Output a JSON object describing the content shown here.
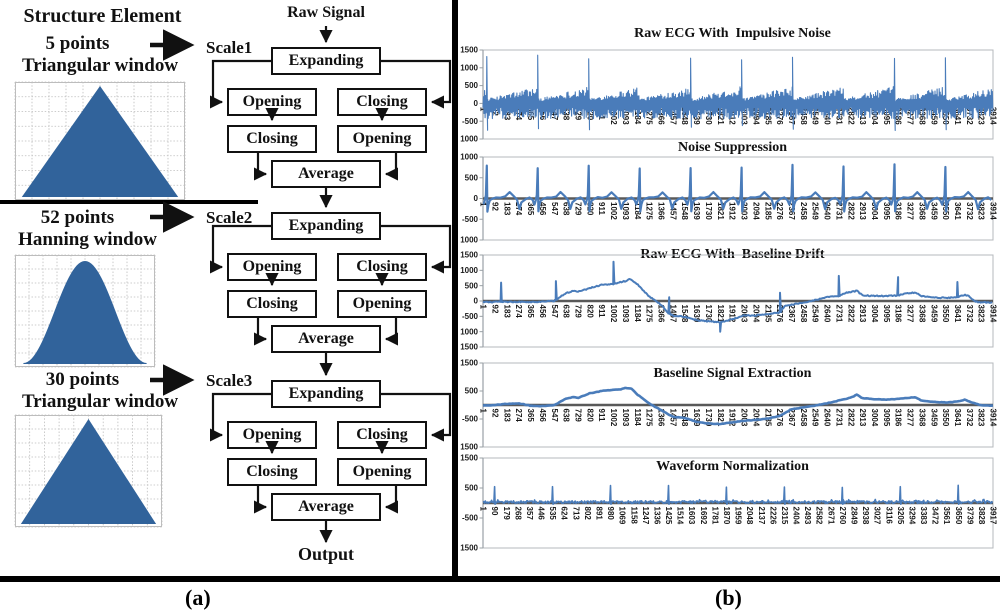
{
  "figure": {
    "panel_a_label": "(a)",
    "panel_b_label": "(b)"
  },
  "colors": {
    "window_fill": "#31639b",
    "signal_line": "#4a7cba",
    "zero_line": "#595959",
    "grid_line": "#bdbdbd",
    "axis_line": "#9aa0a6",
    "border_line": "#b5b8bc",
    "line_black": "#111111"
  },
  "flowchart": {
    "structure_element_title": "Structure Element",
    "raw_signal_label": "Raw Signal",
    "output_label": "Output",
    "box_labels": {
      "expanding": "Expanding",
      "opening": "Opening",
      "closing": "Closing",
      "average": "Average"
    },
    "windows": [
      {
        "points_label": "5 points",
        "window_label": "Triangular window",
        "shape": "triangle",
        "scale_label": "Scale1"
      },
      {
        "points_label": "52 points",
        "window_label": "Hanning window",
        "shape": "hanning",
        "scale_label": "Scale2"
      },
      {
        "points_label": "30 points",
        "window_label": "Triangular window",
        "shape": "triangle",
        "scale_label": "Scale3"
      }
    ]
  },
  "chart_data": [
    {
      "type": "line",
      "title": "Raw ECG With  Impulsive Noise",
      "n_samples": 3914,
      "ylim": [
        -1000,
        1500
      ],
      "y_ticks": [
        {
          "v": 1500,
          "label": "1500"
        },
        {
          "v": 1000,
          "label": "1000"
        },
        {
          "v": 500,
          "label": "500"
        },
        {
          "v": 0,
          "label": "0"
        },
        {
          "v": -500,
          "label": "-500"
        },
        {
          "v": -1000,
          "label": "1000"
        }
      ],
      "x_ticks": [
        "1",
        "92",
        "183",
        "274",
        "365",
        "456",
        "547",
        "638",
        "729",
        "820",
        "911",
        "1002",
        "1093",
        "1184",
        "1275",
        "1366",
        "1457",
        "1548",
        "1639",
        "1730",
        "1821",
        "1912",
        "2003",
        "2094",
        "2185",
        "2276",
        "2367",
        "2458",
        "2549",
        "2640",
        "2731",
        "2822",
        "2913",
        "3004",
        "3095",
        "3186",
        "3277",
        "3368",
        "3459",
        "3550",
        "3641",
        "3732",
        "3823",
        "3914"
      ],
      "signal": {
        "kind": "noisy_band",
        "n": 3914,
        "step": 4,
        "top_base": 120,
        "top_peak": 480,
        "bottom": -430,
        "beat_start": 30,
        "beat_period": 391,
        "spike_amp": 1300,
        "spike_jitter": 80,
        "neg_spike": -800
      }
    },
    {
      "type": "line",
      "title": "Noise Suppression",
      "n_samples": 3914,
      "ylim": [
        -1000,
        1000
      ],
      "y_ticks": [
        {
          "v": 1000,
          "label": "1000"
        },
        {
          "v": 500,
          "label": "500"
        },
        {
          "v": 0,
          "label": "0"
        },
        {
          "v": -500,
          "label": "-500"
        },
        {
          "v": -1000,
          "label": "1000"
        }
      ],
      "x_ticks": [
        "1",
        "92",
        "183",
        "274",
        "365",
        "456",
        "547",
        "638",
        "729",
        "820",
        "911",
        "1002",
        "1093",
        "1184",
        "1275",
        "1366",
        "1457",
        "1548",
        "1639",
        "1730",
        "1821",
        "1912",
        "2003",
        "2094",
        "2185",
        "2276",
        "2367",
        "2458",
        "2549",
        "2640",
        "2731",
        "2822",
        "2913",
        "3004",
        "3095",
        "3186",
        "3277",
        "3368",
        "3459",
        "3550",
        "3641",
        "3732",
        "3823",
        "3914"
      ],
      "signal": {
        "kind": "ecg_beats",
        "n": 3914,
        "beat_start": 30,
        "beat_period": 391,
        "peak_jitter": 0.07,
        "shape": [
          [
            0,
            770
          ],
          [
            5,
            -310
          ],
          [
            13,
            -140
          ],
          [
            24,
            -45
          ],
          [
            42,
            -10
          ],
          [
            70,
            28
          ],
          [
            105,
            22
          ],
          [
            142,
            48
          ],
          [
            175,
            150
          ],
          [
            205,
            58
          ],
          [
            232,
            -30
          ],
          [
            250,
            -250
          ],
          [
            266,
            -92
          ],
          [
            298,
            -12
          ],
          [
            328,
            22
          ],
          [
            352,
            -40
          ],
          [
            366,
            -145
          ],
          [
            375,
            -55
          ],
          [
            384,
            75
          ]
        ]
      }
    },
    {
      "type": "line",
      "title": "Raw ECG With  Baseline Drift",
      "n_samples": 3914,
      "ylim": [
        -1500,
        1500
      ],
      "y_ticks": [
        {
          "v": 1500,
          "label": "1500"
        },
        {
          "v": 1000,
          "label": "1000"
        },
        {
          "v": 500,
          "label": "500"
        },
        {
          "v": 0,
          "label": "0"
        },
        {
          "v": -500,
          "label": "-500"
        },
        {
          "v": -1000,
          "label": "1000"
        },
        {
          "v": -1500,
          "label": "1500"
        }
      ],
      "x_ticks": [
        "1",
        "92",
        "183",
        "274",
        "365",
        "456",
        "547",
        "638",
        "729",
        "820",
        "911",
        "1002",
        "1093",
        "1184",
        "1275",
        "1366",
        "1457",
        "1548",
        "1639",
        "1730",
        "1821",
        "1912",
        "2003",
        "2094",
        "2185",
        "2276",
        "2367",
        "2458",
        "2549",
        "2640",
        "2731",
        "2822",
        "2913",
        "3004",
        "3095",
        "3186",
        "3277",
        "3368",
        "3459",
        "3550",
        "3641",
        "3732",
        "3823",
        "3914"
      ],
      "signal": {
        "kind": "drift",
        "n": 3914,
        "step": 9,
        "wiggle": 36,
        "baseline": [
          [
            1,
            -30
          ],
          [
            400,
            -30
          ],
          [
            547,
            0
          ],
          [
            638,
            260
          ],
          [
            700,
            330
          ],
          [
            729,
            300
          ],
          [
            820,
            420
          ],
          [
            911,
            530
          ],
          [
            1002,
            560
          ],
          [
            1060,
            620
          ],
          [
            1093,
            650
          ],
          [
            1130,
            720
          ],
          [
            1184,
            560
          ],
          [
            1275,
            150
          ],
          [
            1366,
            -120
          ],
          [
            1420,
            -380
          ],
          [
            1457,
            -480
          ],
          [
            1548,
            -510
          ],
          [
            1639,
            -620
          ],
          [
            1730,
            -660
          ],
          [
            1821,
            -700
          ],
          [
            1912,
            -600
          ],
          [
            2003,
            -480
          ],
          [
            2094,
            -470
          ],
          [
            2185,
            -430
          ],
          [
            2276,
            -380
          ],
          [
            2320,
            -150
          ],
          [
            2367,
            -120
          ],
          [
            2458,
            -60
          ],
          [
            2549,
            30
          ],
          [
            2640,
            120
          ],
          [
            2731,
            160
          ],
          [
            2780,
            260
          ],
          [
            2822,
            300
          ],
          [
            2870,
            330
          ],
          [
            2913,
            180
          ],
          [
            3004,
            170
          ],
          [
            3095,
            160
          ],
          [
            3186,
            180
          ],
          [
            3230,
            240
          ],
          [
            3277,
            260
          ],
          [
            3320,
            270
          ],
          [
            3368,
            160
          ],
          [
            3459,
            120
          ],
          [
            3550,
            100
          ],
          [
            3641,
            130
          ],
          [
            3700,
            200
          ],
          [
            3732,
            150
          ],
          [
            3780,
            -20
          ],
          [
            3823,
            -40
          ],
          [
            3914,
            -50
          ]
        ],
        "spikes": [
          [
            140,
            600
          ],
          [
            560,
            650
          ],
          [
            1002,
            1280
          ],
          [
            1430,
            120
          ],
          [
            1821,
            -1000
          ],
          [
            2280,
            270
          ],
          [
            2731,
            820
          ],
          [
            3186,
            780
          ],
          [
            3641,
            620
          ]
        ]
      }
    },
    {
      "type": "line",
      "title": "Baseline Signal Extraction",
      "n_samples": 3914,
      "ylim": [
        -1500,
        1500
      ],
      "y_ticks": [
        {
          "v": 1500,
          "label": "1500"
        },
        {
          "v": 500,
          "label": "500"
        },
        {
          "v": -500,
          "label": "-500"
        },
        {
          "v": -1500,
          "label": "1500"
        }
      ],
      "x_ticks": [
        "1",
        "92",
        "183",
        "274",
        "365",
        "456",
        "547",
        "638",
        "729",
        "820",
        "911",
        "1002",
        "1093",
        "1184",
        "1275",
        "1366",
        "1457",
        "1548",
        "1639",
        "1730",
        "1821",
        "1912",
        "2003",
        "2094",
        "2185",
        "2276",
        "2367",
        "2458",
        "2549",
        "2640",
        "2731",
        "2822",
        "2913",
        "3004",
        "3095",
        "3186",
        "3277",
        "3368",
        "3459",
        "3550",
        "3641",
        "3732",
        "3823",
        "3914"
      ],
      "signal": {
        "kind": "drift",
        "n": 3914,
        "step": 12,
        "wiggle": 16,
        "baseline": [
          [
            1,
            -20
          ],
          [
            92,
            0
          ],
          [
            183,
            40
          ],
          [
            274,
            60
          ],
          [
            320,
            20
          ],
          [
            365,
            -30
          ],
          [
            456,
            -40
          ],
          [
            547,
            -10
          ],
          [
            638,
            230
          ],
          [
            700,
            290
          ],
          [
            729,
            250
          ],
          [
            820,
            420
          ],
          [
            870,
            460
          ],
          [
            911,
            500
          ],
          [
            1002,
            540
          ],
          [
            1060,
            560
          ],
          [
            1093,
            610
          ],
          [
            1140,
            580
          ],
          [
            1184,
            380
          ],
          [
            1275,
            60
          ],
          [
            1366,
            -180
          ],
          [
            1457,
            -420
          ],
          [
            1548,
            -460
          ],
          [
            1639,
            -600
          ],
          [
            1730,
            -660
          ],
          [
            1821,
            -680
          ],
          [
            1912,
            -620
          ],
          [
            2003,
            -560
          ],
          [
            2094,
            -530
          ],
          [
            2185,
            -490
          ],
          [
            2276,
            -390
          ],
          [
            2367,
            -160
          ],
          [
            2458,
            -80
          ],
          [
            2549,
            -20
          ],
          [
            2640,
            60
          ],
          [
            2731,
            160
          ],
          [
            2822,
            260
          ],
          [
            2870,
            370
          ],
          [
            2913,
            240
          ],
          [
            3004,
            210
          ],
          [
            3095,
            190
          ],
          [
            3186,
            220
          ],
          [
            3277,
            260
          ],
          [
            3320,
            280
          ],
          [
            3368,
            150
          ],
          [
            3459,
            110
          ],
          [
            3550,
            90
          ],
          [
            3641,
            120
          ],
          [
            3700,
            190
          ],
          [
            3732,
            120
          ],
          [
            3823,
            -10
          ],
          [
            3914,
            -30
          ]
        ],
        "spikes": []
      }
    },
    {
      "type": "line",
      "title": "Waveform Normalization",
      "n_samples": 3917,
      "ylim": [
        -1500,
        1500
      ],
      "y_ticks": [
        {
          "v": 1500,
          "label": "1500"
        },
        {
          "v": 500,
          "label": "500"
        },
        {
          "v": -500,
          "label": "-500"
        },
        {
          "v": -1500,
          "label": "1500"
        }
      ],
      "x_ticks": [
        "1",
        "90",
        "179",
        "268",
        "357",
        "446",
        "535",
        "624",
        "713",
        "802",
        "891",
        "980",
        "1069",
        "1158",
        "1247",
        "1336",
        "1425",
        "1514",
        "1603",
        "1692",
        "1781",
        "1870",
        "1959",
        "2048",
        "2137",
        "2226",
        "2315",
        "2404",
        "2493",
        "2582",
        "2671",
        "2760",
        "2849",
        "2938",
        "3027",
        "3116",
        "3205",
        "3294",
        "3383",
        "3472",
        "3561",
        "3650",
        "3739",
        "3828",
        "3917"
      ],
      "signal": {
        "kind": "flat_spikes",
        "n": 3917,
        "base": 30,
        "noise": 45,
        "spike_amp": 555,
        "spike_jitter": 45,
        "spike_positions": [
          90,
          535,
          980,
          1425,
          1870,
          2315,
          2760,
          3205,
          3650
        ]
      }
    }
  ]
}
